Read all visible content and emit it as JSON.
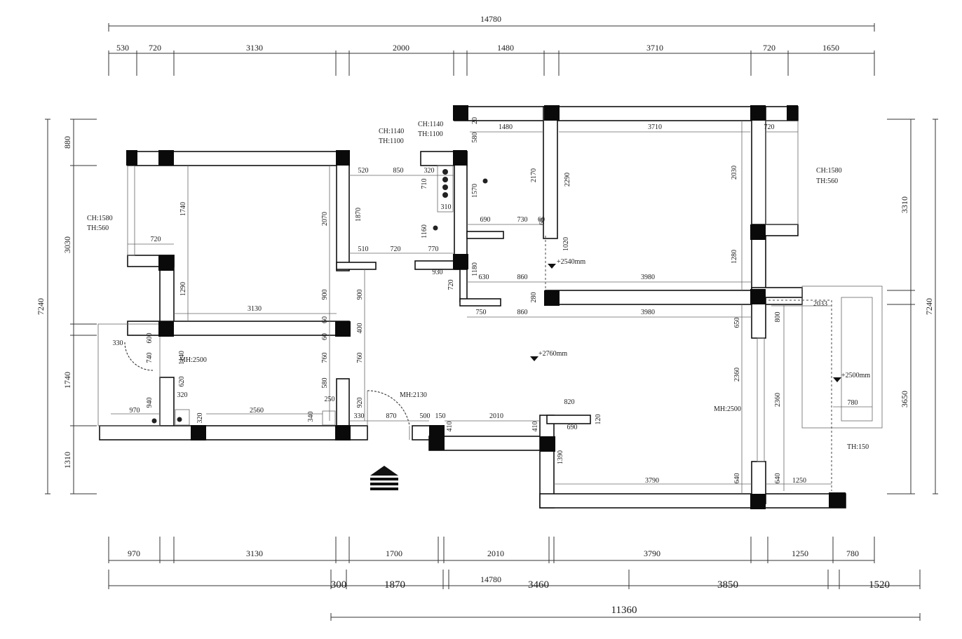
{
  "top_total": "14780",
  "top_segments": [
    "530",
    "720",
    "3130",
    "2000",
    "1480",
    "3710",
    "720",
    "1650"
  ],
  "bottom_segments": [
    "970",
    "3130",
    "1700",
    "2010",
    "3790",
    "1250",
    "780"
  ],
  "bottom_row2": [
    "300",
    "1870",
    "3460",
    "3850",
    "1520"
  ],
  "bottom_row2_total": "14780",
  "bottom_total": "11360",
  "left_dims": [
    "880",
    "3030",
    "1740",
    "1310"
  ],
  "left_total": "7240",
  "right_dims": [
    "3310",
    "3650"
  ],
  "right_total": "7240",
  "interior": [
    "1480",
    "3710",
    "720",
    "520",
    "850",
    "320",
    "710",
    "310",
    "2170",
    "2290",
    "2030",
    "1570",
    "1160",
    "690",
    "730",
    "60",
    "1020",
    "720",
    "1740",
    "1870",
    "2070",
    "510",
    "720",
    "770",
    "1280",
    "930",
    "1180",
    "630",
    "860",
    "3980",
    "720",
    "280",
    "750",
    "860",
    "3980",
    "1290",
    "3130",
    "900",
    "900",
    "60",
    "400",
    "60",
    "600",
    "760",
    "760",
    "580",
    "920",
    "2033",
    "800",
    "650",
    "2360",
    "2360",
    "330",
    "740",
    "1140",
    "940",
    "620",
    "320",
    "970",
    "320",
    "2560",
    "340",
    "250",
    "330",
    "870",
    "500",
    "150",
    "2010",
    "410",
    "410",
    "820",
    "690",
    "120",
    "1390",
    "3790",
    "640",
    "640",
    "1250",
    "780",
    "20",
    "580",
    "60"
  ],
  "notes": [
    "CH:1140",
    "TH:1100",
    "CH:1140",
    "TH:1100",
    "CH:1580",
    "TH:560",
    "CH:1580",
    "TH:560",
    "MH:2500",
    "MH:2130",
    "MH:2500",
    "TH:150",
    "+2540mm",
    "+2760mm",
    "+2500mm"
  ],
  "colors": {
    "wall": "#111111",
    "column": "#0a0a0a",
    "dim_line": "#333333"
  },
  "icons": [
    "entrance-arrow-icon",
    "floor-drain-icon",
    "level-marker-icon"
  ]
}
